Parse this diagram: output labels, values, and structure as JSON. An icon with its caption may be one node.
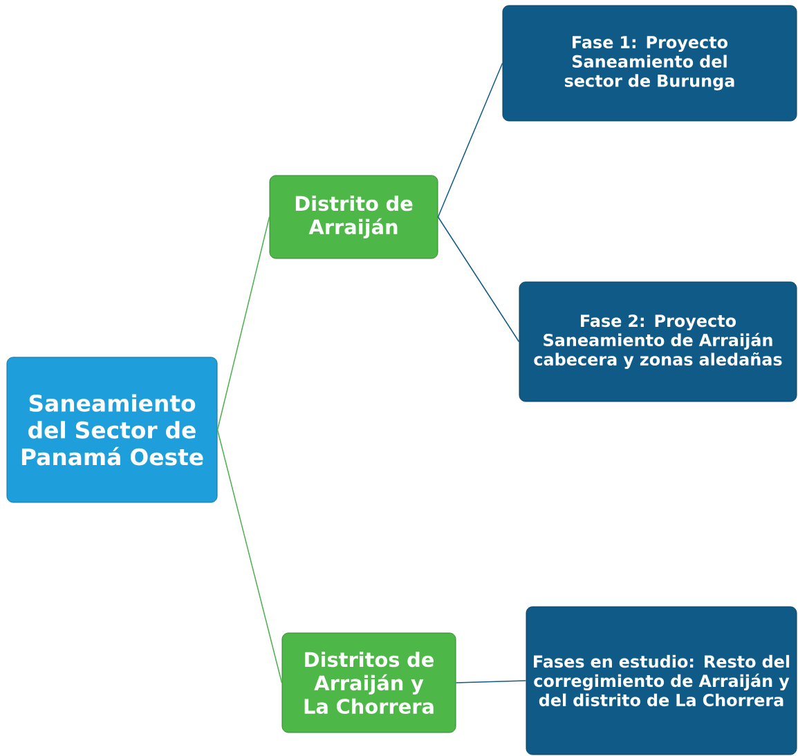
{
  "diagram": {
    "nodes": [
      {
        "text": [
          "Saneamiento del Sector de Panamá Oeste"
        ]
      },
      {
        "text": [
          "Distrito de Arraiján"
        ]
      },
      {
        "text": [
          "Distritos de Arraiján y La Chorrera"
        ]
      },
      {
        "text": [
          "Fase 1: Proyecto Saneamiento del sector de Burunga"
        ]
      },
      {
        "text": [
          "Fase 2: Proyecto Saneamiento de Arraiján cabecera y zonas aledañas"
        ]
      },
      {
        "text": [
          "Fases en estudio: Resto del corregimiento de Arraiján y del distrito de La Chorrera"
        ]
      }
    ],
    "edges": [
      {
        "from": 0,
        "to": 1,
        "arrow": "none",
        "color": "#4caf50"
      },
      {
        "from": 0,
        "to": 2,
        "arrow": "none",
        "color": "#4caf50"
      },
      {
        "from": 1,
        "to": 3,
        "arrow": "none"
      },
      {
        "from": 1,
        "to": 4,
        "arrow": "none"
      },
      {
        "from": 2,
        "to": 5,
        "arrow": "none"
      }
    ]
  }
}
